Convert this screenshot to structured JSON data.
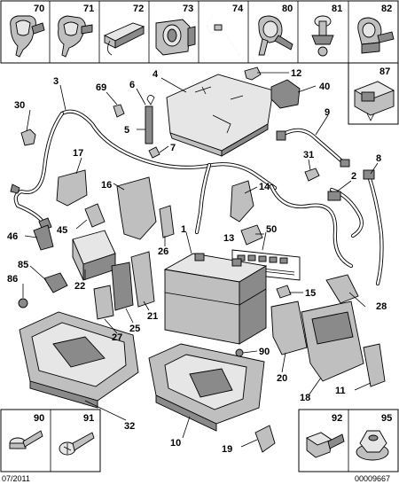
{
  "diagram": {
    "top_boxes": [
      "70",
      "71",
      "72",
      "73",
      "74",
      "80",
      "81",
      "82"
    ],
    "side_box": "87",
    "bottom_boxes": [
      "90",
      "91",
      "92",
      "95"
    ],
    "callouts": [
      "1",
      "2",
      "3",
      "4",
      "5",
      "6",
      "7",
      "8",
      "9",
      "10",
      "11",
      "12",
      "13",
      "14",
      "15",
      "16",
      "17",
      "18",
      "19",
      "20",
      "21",
      "22",
      "25",
      "26",
      "27",
      "28",
      "30",
      "31",
      "32",
      "40",
      "45",
      "46",
      "50",
      "69",
      "85",
      "86",
      "90"
    ],
    "battery_label_text": "",
    "footer": {
      "date": "07/2011",
      "reference": "00009667"
    }
  }
}
